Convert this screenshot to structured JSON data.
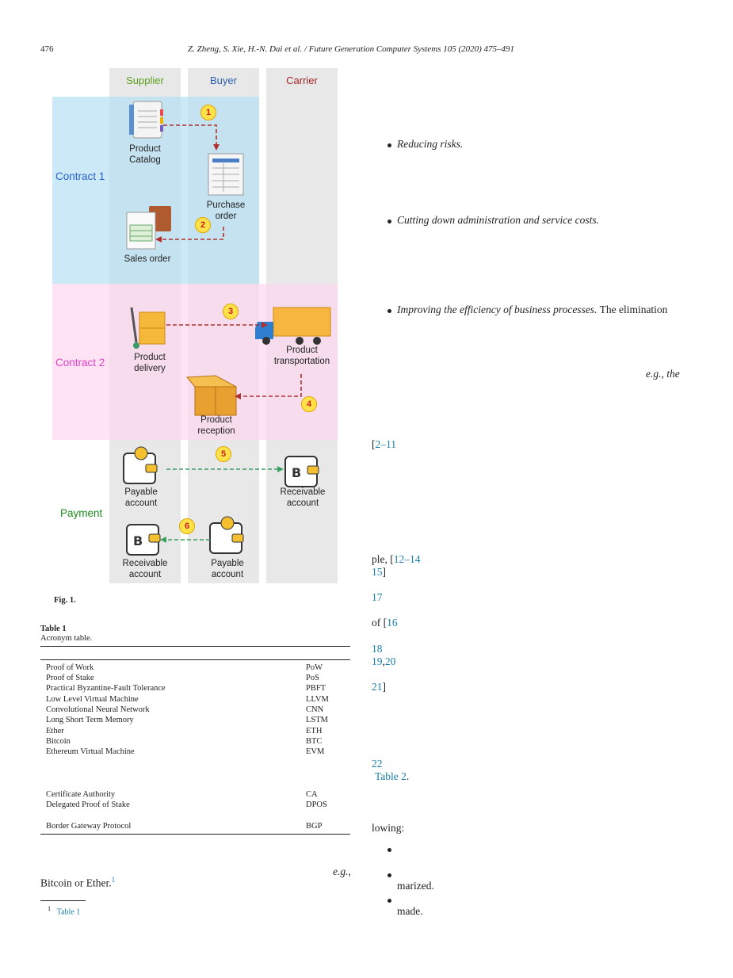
{
  "header": {
    "page_number": "476",
    "running_title": "Z. Zheng, S. Xie, H.-N. Dai et al. / Future Generation Computer Systems 105 (2020) 475–491"
  },
  "figure": {
    "lanes": [
      "Supplier",
      "Buyer",
      "Carrier"
    ],
    "sections": [
      "Contract 1",
      "Contract 2",
      "Payment"
    ],
    "items": {
      "product_catalog": "Product Catalog",
      "purchase_order": "Purchase order",
      "sales_order": "Sales order",
      "product_delivery": "Product delivery",
      "product_transportation": "Product transportation",
      "product_reception": "Product reception",
      "payable_account_1": "Payable account",
      "receivable_account_1": "Receivable account",
      "receivable_account_2": "Receivable account",
      "payable_account_2": "Payable account"
    },
    "steps": [
      "1",
      "2",
      "3",
      "4",
      "5",
      "6"
    ],
    "caption": "Fig. 1.",
    "colors": {
      "lane_bg": "#e8e8e8",
      "contract1_bg": "#cde6f2",
      "contract2_bg": "#f6dff0",
      "supplier_title": "#5a9e1a",
      "buyer_title": "#2a5ea8",
      "carrier_title": "#a3262a",
      "contract1_text": "#2a62c8",
      "contract2_text": "#e040c8",
      "payment_text": "#1f8a1f",
      "red_arrow": "#b03030",
      "green_arrow": "#3aa060"
    }
  },
  "table": {
    "label": "Table 1",
    "caption": "Acronym table.",
    "rows_a": [
      {
        "term": "Proof of Work",
        "abbr": "PoW"
      },
      {
        "term": "Proof of Stake",
        "abbr": "PoS"
      },
      {
        "term": "Practical Byzantine-Fault Tolerance",
        "abbr": "PBFT"
      },
      {
        "term": "Low Level Virtual Machine",
        "abbr": "LLVM"
      },
      {
        "term": "Convolutional Neural Network",
        "abbr": "CNN"
      },
      {
        "term": "Long Short Term Memory",
        "abbr": "LSTM"
      },
      {
        "term": "Ether",
        "abbr": "ETH"
      },
      {
        "term": "Bitcoin",
        "abbr": "BTC"
      },
      {
        "term": "Ethereum Virtual Machine",
        "abbr": "EVM"
      }
    ],
    "rows_b": [
      {
        "term": "Certificate Authority",
        "abbr": "CA"
      },
      {
        "term": "Delegated Proof of Stake",
        "abbr": "DPOS"
      }
    ],
    "rows_c": [
      {
        "term": "Border Gateway Protocol",
        "abbr": "BGP"
      }
    ]
  },
  "left_text": {
    "eg": "e.g.,",
    "bitcoin_line": "Bitcoin or Ether.",
    "footnote_mark": "1",
    "footnote_num": "1",
    "footnote_link": "Table 1"
  },
  "right_text": {
    "bullet1": "Reducing risks.",
    "bullet2": "Cutting down administration and service costs.",
    "bullet3_italic": "Improving the efficiency of business processes.",
    "bullet3_rest": " The elimination",
    "eg_the": "e.g., the",
    "ref_a_open": "[",
    "ref_a_link": "2–11",
    "ple": "ple, [",
    "ref_b_link": "12–14",
    "ref_b2_link": "15",
    "ref_b2_close": "]",
    "ref_17": "17",
    "of_open": "of [",
    "ref_16": "16",
    "ref_18": "18",
    "ref_19": "19",
    "comma": ",",
    "ref_20": "20",
    "ref_21": "21",
    "ref_21_close": "]",
    "ref_22": "22",
    "table2_link": "Table 2",
    "period": ".",
    "lowing": "lowing:",
    "marized": "marized.",
    "made": "made."
  }
}
